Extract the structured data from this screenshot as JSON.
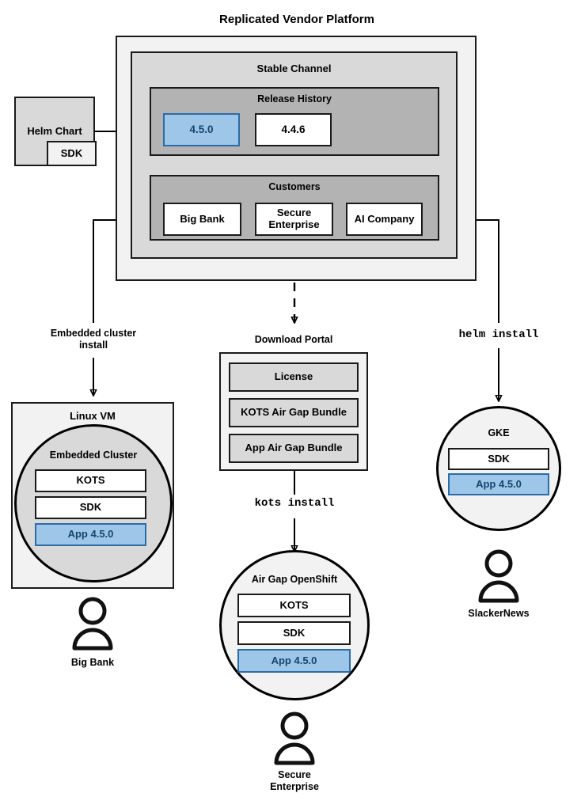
{
  "diagram": {
    "title": "Replicated Vendor Platform",
    "accent_blue_fill": "#9dc6e8",
    "accent_blue_border": "#2b6ca8",
    "accent_blue_text": "#15456d",
    "level1_fill": "#f2f2f2",
    "level2_fill": "#d9d9d9",
    "level3_fill": "#b3b3b3",
    "stroke": "#1a1a1a"
  },
  "helm_chart": {
    "title": "Helm Chart",
    "sdk": "SDK"
  },
  "platform": {
    "title": "Replicated Vendor Platform",
    "channel": {
      "title": "Stable Channel",
      "release_history": {
        "title": "Release History",
        "releases": [
          {
            "version": "4.5.0",
            "current": true
          },
          {
            "version": "4.4.6",
            "current": false
          }
        ]
      },
      "customers": {
        "title": "Customers",
        "items": [
          {
            "name": "Big Bank"
          },
          {
            "name": "Secure\nEnterprise"
          },
          {
            "name": "AI Company"
          }
        ]
      }
    }
  },
  "edges": {
    "embedded_cluster_install": "Embedded cluster\ninstall",
    "helm_install": "helm install",
    "kots_install": "kots install"
  },
  "download_portal": {
    "title": "Download Portal",
    "artifacts": [
      "License",
      "KOTS Air Gap Bundle",
      "App Air Gap Bundle"
    ]
  },
  "targets": [
    {
      "id": "linux-vm",
      "host": "Linux VM",
      "inner": "Embedded Cluster",
      "components": [
        {
          "label": "KOTS",
          "highlight": false
        },
        {
          "label": "SDK",
          "highlight": false
        },
        {
          "label": "App 4.5.0",
          "highlight": true
        }
      ],
      "persona": "Big Bank"
    },
    {
      "id": "air-gap-openshift",
      "host": "Air Gap OpenShift",
      "inner": null,
      "components": [
        {
          "label": "KOTS",
          "highlight": false
        },
        {
          "label": "SDK",
          "highlight": false
        },
        {
          "label": "App 4.5.0",
          "highlight": true
        }
      ],
      "persona": "Secure\nEnterprise"
    },
    {
      "id": "gke",
      "host": "GKE",
      "inner": null,
      "components": [
        {
          "label": "SDK",
          "highlight": false
        },
        {
          "label": "App 4.5.0",
          "highlight": true
        }
      ],
      "persona": "SlackerNews"
    }
  ]
}
